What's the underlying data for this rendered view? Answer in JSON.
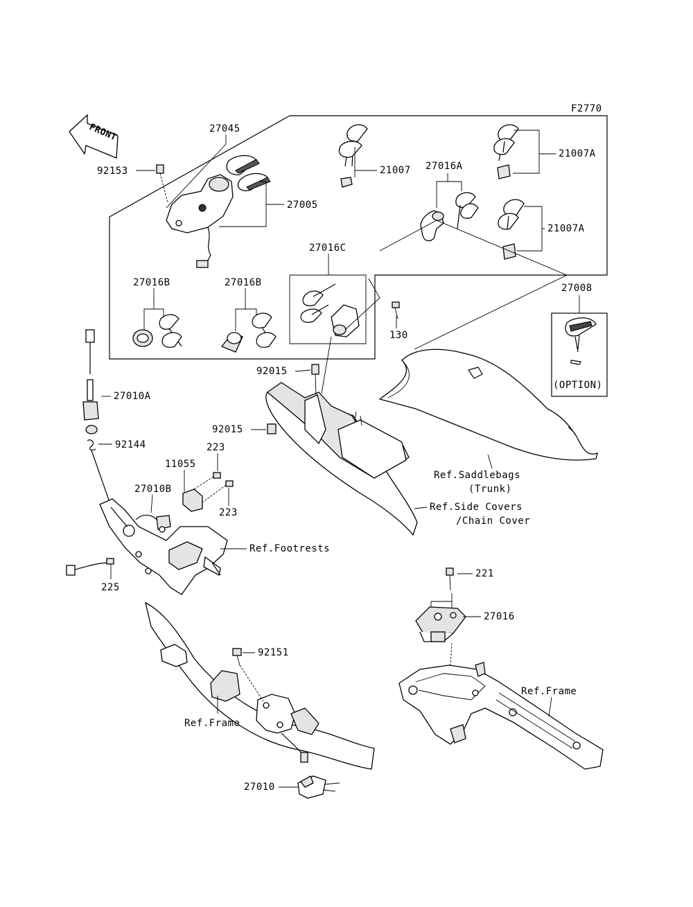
{
  "figure_code": "F2770",
  "front_arrow": "FRONT",
  "icons": {
    "front": "front-arrow-icon"
  },
  "labels": {
    "p27045": "27045",
    "p92153": "92153",
    "p27005": "27005",
    "p21007": "21007",
    "p27016A": "27016A",
    "p21007A_1": "21007A",
    "p21007A_2": "21007A",
    "p27016C": "27016C",
    "p27016B_1": "27016B",
    "p27016B_2": "27016B",
    "p130": "130",
    "p27008": "27008",
    "option": "(OPTION)",
    "p92015_1": "92015",
    "p92015_2": "92015",
    "p27010A": "27010A",
    "p92144": "92144",
    "p223_1": "223",
    "p223_2": "223",
    "p11055": "11055",
    "p27010B": "27010B",
    "p225": "225",
    "ref_saddlebags_1": "Ref.Saddlebags",
    "ref_saddlebags_2": "(Trunk)",
    "ref_sidecovers_1": "Ref.Side Covers",
    "ref_sidecovers_2": "/Chain Cover",
    "ref_footrests": "Ref.Footrests",
    "p221": "221",
    "p27016": "27016",
    "p92151": "92151",
    "ref_frame_1": "Ref.Frame",
    "ref_frame_2": "Ref.Frame",
    "p27010": "27010"
  }
}
